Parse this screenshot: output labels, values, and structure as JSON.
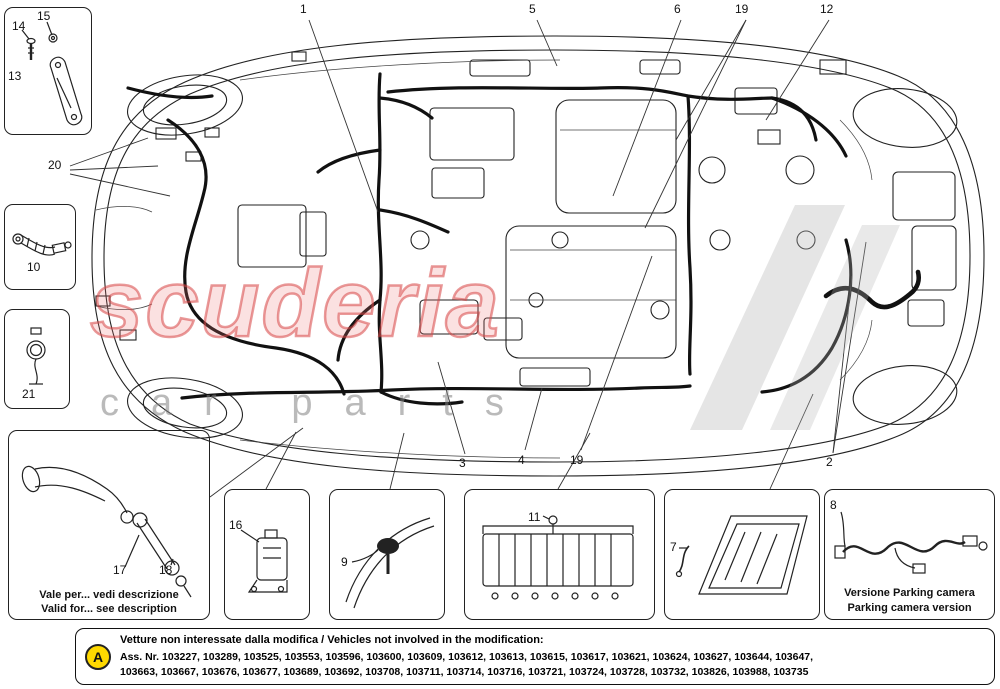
{
  "page": {
    "bg": "#ffffff",
    "line_color": "#1a1a1a"
  },
  "watermark": {
    "word1": "scuderia",
    "word2": "car parts",
    "red": "#d94a4a",
    "gray": "#9a9a9a"
  },
  "callouts": {
    "n1": "1",
    "n2": "2",
    "n3": "3",
    "n4": "4",
    "n5": "5",
    "n6": "6",
    "n7": "7",
    "n8": "8",
    "n9": "9",
    "n10": "10",
    "n11": "11",
    "n12": "12",
    "n13": "13",
    "n14": "14",
    "n15": "15",
    "n16": "16",
    "n17": "17",
    "n18": "18",
    "n19": "19",
    "n20": "20",
    "n21": "21"
  },
  "inset_valid_for": {
    "line_it": "Vale per... vedi descrizione",
    "line_en": "Valid for... see description"
  },
  "inset_parking": {
    "line_it": "Versione Parking camera",
    "line_en": "Parking camera version"
  },
  "footer": {
    "badge": "A",
    "badge_color": "#ffd900",
    "title": "Vetture non interessate dalla modifica / Vehicles not involved in the modification:",
    "numbers_line1": "Ass. Nr. 103227, 103289, 103525, 103553, 103596, 103600, 103609, 103612, 103613, 103615, 103617, 103621, 103624, 103627, 103644, 103647,",
    "numbers_line2": "103663, 103667, 103676, 103677, 103689, 103692, 103708, 103711, 103714, 103716, 103721, 103724, 103728, 103732, 103826, 103988, 103735"
  }
}
